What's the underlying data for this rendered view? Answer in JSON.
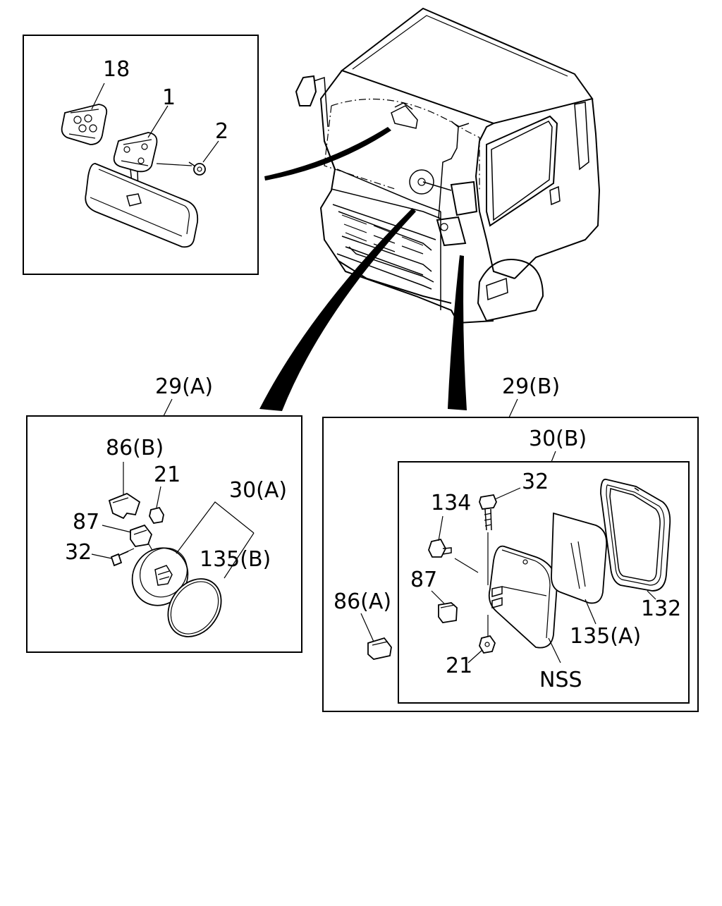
{
  "labels": {
    "p18": "18",
    "p1": "1",
    "p2": "2",
    "g29a": "29(A)",
    "g29b": "29(B)",
    "a86b": "86(B)",
    "a21": "21",
    "a30a": "30(A)",
    "a87": "87",
    "a32": "32",
    "a135b": "135(B)",
    "b30b": "30(B)",
    "b32": "32",
    "b134": "134",
    "b87": "87",
    "b86a": "86(A)",
    "b132": "132",
    "b135a": "135(A)",
    "b21": "21",
    "nss": "NSS"
  }
}
